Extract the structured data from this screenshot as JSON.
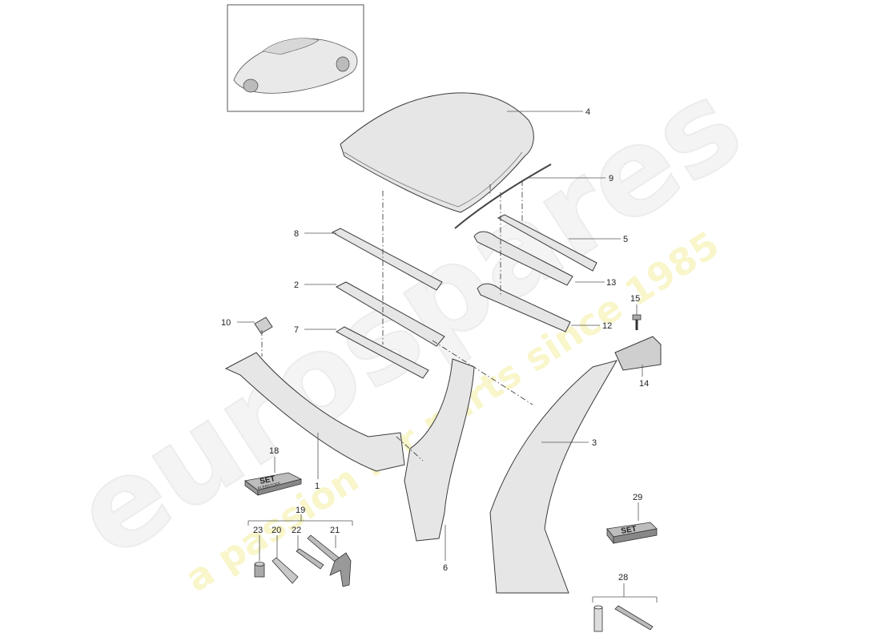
{
  "watermark": {
    "brand": "eurospares",
    "slogan": "a passion for parts since 1985"
  },
  "callouts": {
    "c1": "1",
    "c2": "2",
    "c3": "3",
    "c4": "4",
    "c5": "5",
    "c6": "6",
    "c7": "7",
    "c8": "8",
    "c9": "9",
    "c10": "10",
    "c12": "12",
    "c13": "13",
    "c14": "14",
    "c15": "15",
    "c18": "18",
    "c19": "19",
    "c20": "20",
    "c21": "21",
    "c22": "22",
    "c23": "23",
    "c28": "28",
    "c29": "29"
  },
  "labels": {
    "set_18_line1": "SET",
    "set_18_line2": "KLEBSTOFF",
    "set_29": "SET"
  }
}
